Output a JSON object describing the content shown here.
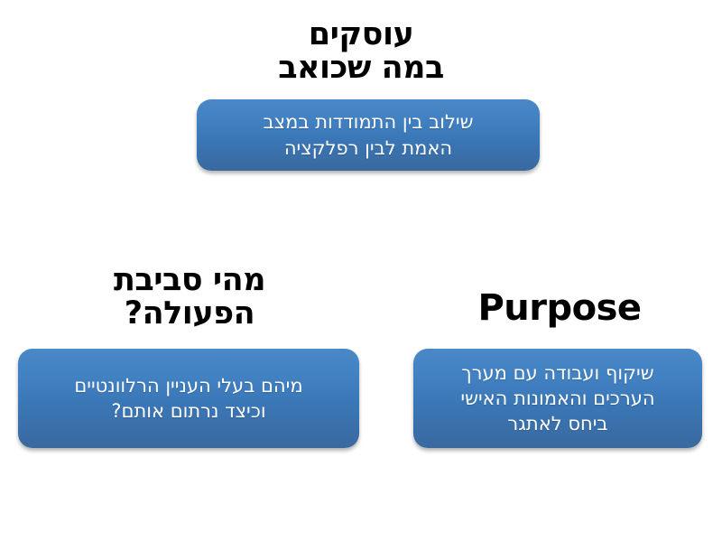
{
  "slide": {
    "background_color": "#ffffff",
    "accent_color": "#3a77b7",
    "text_color": "#000000",
    "callout_text_color": "#ffffff",
    "headings": {
      "top": "עוסקים\nבמה שכואב",
      "left": "מהי סביבת\nהפעולה?",
      "right": "Purpose"
    },
    "callouts": {
      "top": "שילוב בין התמודדות במצב\nהאמת לבין רפלקציה",
      "left": "מיהם בעלי העניין הרלוונטיים\nוכיצד נרתום אותם?",
      "right": "שיקוף ועבודה עם מערך\nהערכים והאמונות האישי\nביחס לאתגר"
    }
  }
}
